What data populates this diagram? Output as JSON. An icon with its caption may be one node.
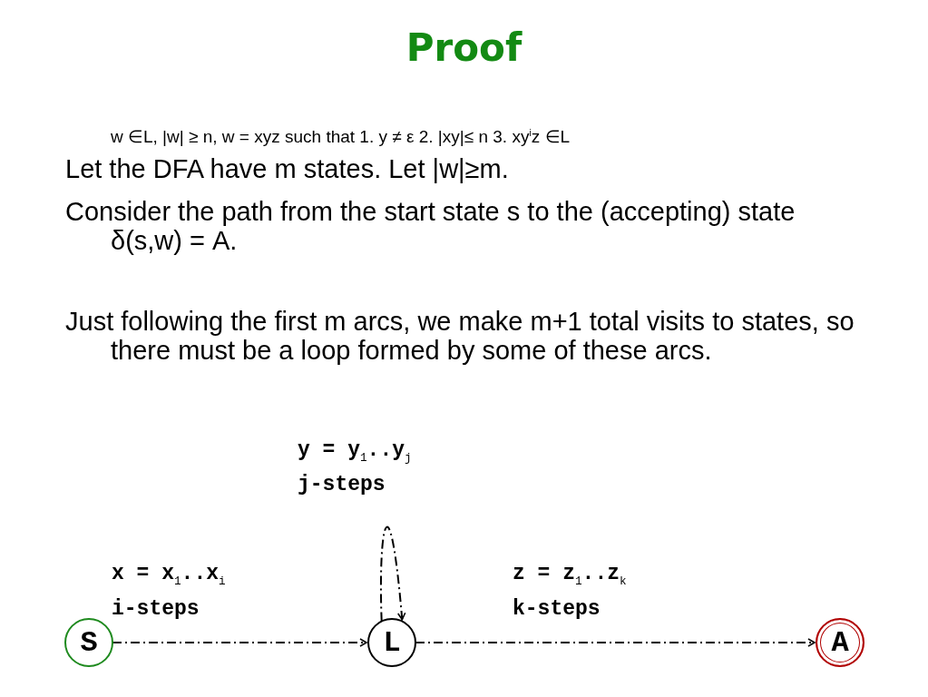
{
  "diagram": {
    "title": "Proof",
    "nodes": [
      {
        "text": [
          "S"
        ]
      },
      {
        "text": [
          "L"
        ]
      },
      {
        "text": [
          "A"
        ]
      }
    ],
    "edges": [
      {
        "from": 0,
        "to": 1,
        "arrow": "to",
        "style": "dashed"
      },
      {
        "from": 1,
        "to": 1,
        "arrow": "to",
        "style": "dashed"
      },
      {
        "from": 1,
        "to": 2,
        "arrow": "to",
        "style": "dashed"
      }
    ],
    "labels": [
      "w ∈L,  |w|  ≥  n,  w = xyz such that 1. y ≠ ε 2. |xy|≤ n   3. xy$^{i}$z ∈L",
      "Let the DFA have m states. Let |w|≥m.",
      "Consider the path from the start state s to the (accepting) state δ(s,w) = A.",
      "Just following the first m arcs, we make m+1 total visits to states, so there must be a loop formed by some of these arcs.",
      "y = y$_{1}$..y$_{j}$",
      "j-steps",
      "x = x$_{1}$..x$_{i}$",
      "z = z$_{1}$..z$_{k}$",
      "i-steps",
      "k-steps"
    ]
  }
}
